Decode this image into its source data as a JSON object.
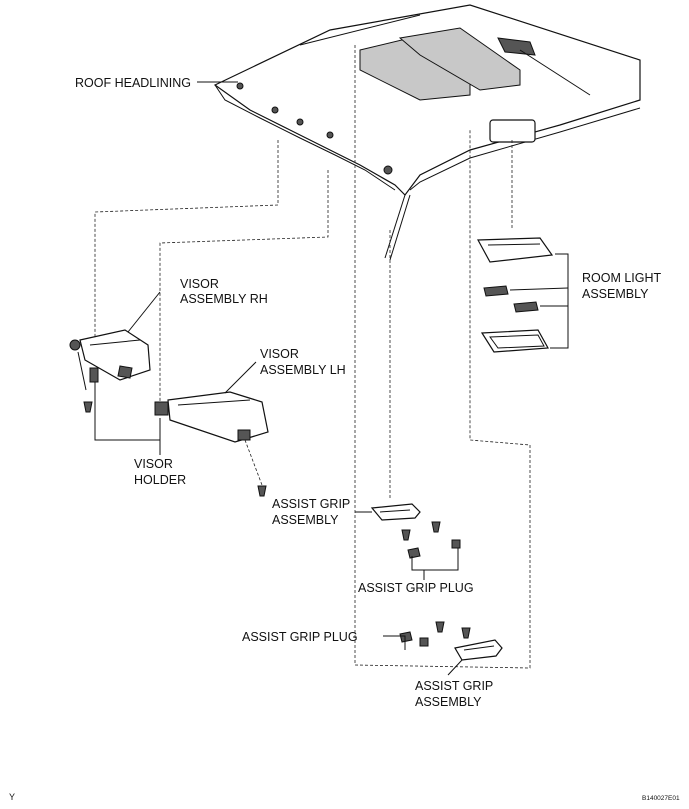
{
  "labels": {
    "roof_headlining": "ROOF HEADLINING",
    "visor_rh_line1": "VISOR",
    "visor_rh_line2": "ASSEMBLY RH",
    "visor_lh_line1": "VISOR",
    "visor_lh_line2": "ASSEMBLY LH",
    "visor_holder_line1": "VISOR",
    "visor_holder_line2": "HOLDER",
    "room_light_line1": "ROOM LIGHT",
    "room_light_line2": "ASSEMBLY",
    "assist_grip_line1": "ASSIST GRIP",
    "assist_grip_line2": "ASSEMBLY",
    "assist_grip_plug_1": "ASSIST GRIP PLUG",
    "assist_grip_plug_2": "ASSIST GRIP PLUG",
    "assist_grip_lower_line1": "ASSIST GRIP",
    "assist_grip_lower_line2": "ASSEMBLY"
  },
  "footer": {
    "corner_mark": "Y",
    "figure_code": "B140027E01"
  }
}
